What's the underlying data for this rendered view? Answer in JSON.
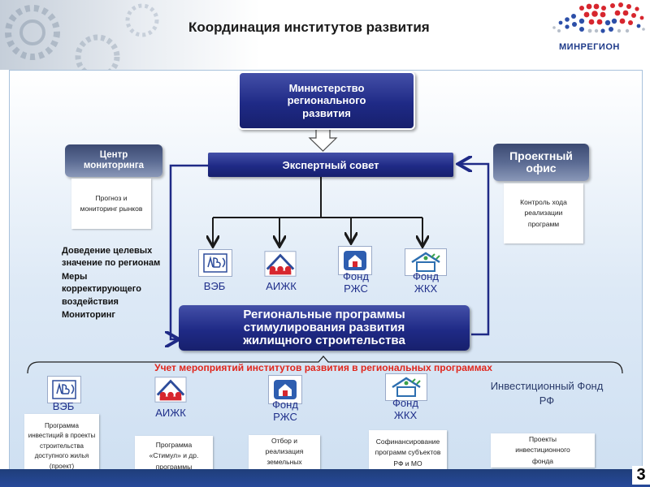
{
  "header": {
    "title": "Координация институтов развития",
    "logo_text": "МИНРЕГИОН"
  },
  "top_box": "Министерство регионального развития",
  "expert_council": "Экспертный совет",
  "monitoring_center": {
    "title": "Центр мониторинга",
    "note": "Прогноз и мониторинг рынков"
  },
  "project_office": {
    "title": "Проектный офис",
    "note": "Контроль хода реализации программ"
  },
  "left_list": [
    "Доведение целевых значение по регионам",
    "Меры корректирующего воздействия",
    "Мониторинг"
  ],
  "institutions": [
    {
      "label": "ВЭБ",
      "icon": "veb-logo-icon"
    },
    {
      "label": "АИЖК",
      "icon": "aizhk-logo-icon"
    },
    {
      "label": "Фонд РЖС",
      "icon": "rzhs-logo-icon"
    },
    {
      "label": "Фонд ЖКХ",
      "icon": "zhkh-logo-icon"
    }
  ],
  "regional_box": "Региональные программы стимулирования развития жилищного строительства",
  "bracket_label": "Учет мероприятий институтов развития в региональных программах",
  "bottom_items": [
    {
      "label": "ВЭБ",
      "note": "Программа инвестиций в проекты строительства доступного жилья (проект)"
    },
    {
      "label": "АИЖК",
      "note": "Программа «Стимул» и др. программы"
    },
    {
      "label": "Фонд РЖС",
      "note": "Отбор и реализация земельных участков"
    },
    {
      "label": "Фонд ЖКХ",
      "note": "Софинансирование программ субъектов РФ и МО"
    },
    {
      "label": "Инвестиционный Фонд РФ",
      "note": "Проекты инвестиционного фонда"
    }
  ],
  "page_number": "3",
  "colors": {
    "navy": "#1f2a86",
    "bracket_label": "#e0261c",
    "footer": "#1f3e7a"
  }
}
